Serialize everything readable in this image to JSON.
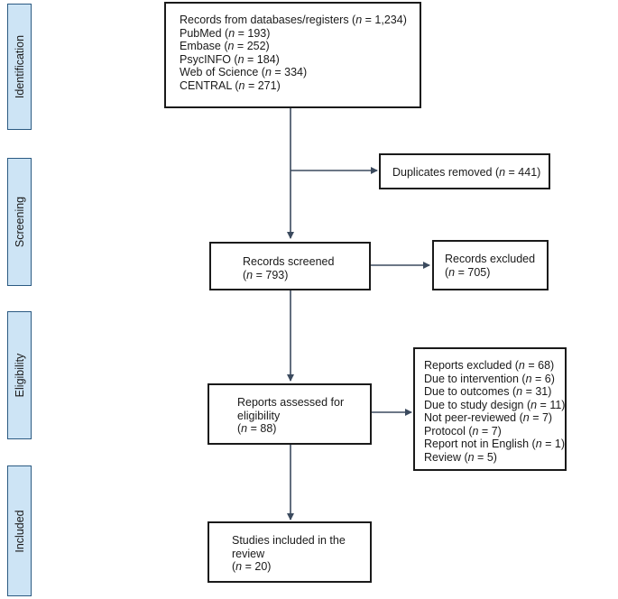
{
  "stages": [
    {
      "id": "identification",
      "label": "Identification"
    },
    {
      "id": "screening",
      "label": "Screening"
    },
    {
      "id": "eligibility",
      "label": "Eligibility"
    },
    {
      "id": "included",
      "label": "Included"
    }
  ],
  "records_identified": {
    "title": {
      "pre": "Records from databases/registers (",
      "n": "n",
      "post": " = 1,234)"
    },
    "sources": [
      {
        "pre": "PubMed (",
        "n": "n",
        "post": " = 193)"
      },
      {
        "pre": "Embase (",
        "n": "n",
        "post": " = 252)"
      },
      {
        "pre": "PsycINFO (",
        "n": "n",
        "post": " = 184)"
      },
      {
        "pre": "Web of Science (",
        "n": "n",
        "post": " = 334)"
      },
      {
        "pre": "CENTRAL (",
        "n": "n",
        "post": " = 271)"
      }
    ]
  },
  "duplicates_removed": {
    "pre": "Duplicates removed (",
    "n": "n",
    "post": " = 441)"
  },
  "records_screened": {
    "label": "Records screened",
    "count": {
      "pre": "(",
      "n": "n",
      "post": " = 793)"
    }
  },
  "records_excluded": {
    "label": "Records excluded",
    "count": {
      "pre": "(",
      "n": "n",
      "post": " = 705)"
    }
  },
  "reports_assessed": {
    "label_line1": "Reports assessed for",
    "label_line2": "eligibility",
    "count": {
      "pre": "(",
      "n": "n",
      "post": " = 88)"
    }
  },
  "reports_excluded": {
    "title": {
      "pre": "Reports excluded (",
      "n": "n",
      "post": " = 68)"
    },
    "reasons": [
      {
        "pre": "Due to intervention (",
        "n": "n",
        "post": " = 6)"
      },
      {
        "pre": "Due to outcomes (",
        "n": "n",
        "post": " = 31)"
      },
      {
        "pre": "Due to study design (",
        "n": "n",
        "post": " = 11)"
      },
      {
        "pre": "Not peer-reviewed (",
        "n": "n",
        "post": " = 7)"
      },
      {
        "pre": "Protocol (",
        "n": "n",
        "post": " = 7)"
      },
      {
        "pre": "Report not in English (",
        "n": "n",
        "post": " = 1)"
      },
      {
        "pre": "Review (",
        "n": "n",
        "post": " = 5)"
      }
    ]
  },
  "studies_included": {
    "label_line1": "Studies included in the",
    "label_line2": "review",
    "count": {
      "pre": "(",
      "n": "n",
      "post": " = 20)"
    }
  },
  "colors": {
    "stage_fill": "#cde4f5",
    "stage_border": "#2b5a82",
    "arrow": "#3b4a5e",
    "box_border": "#1a1a1a"
  }
}
